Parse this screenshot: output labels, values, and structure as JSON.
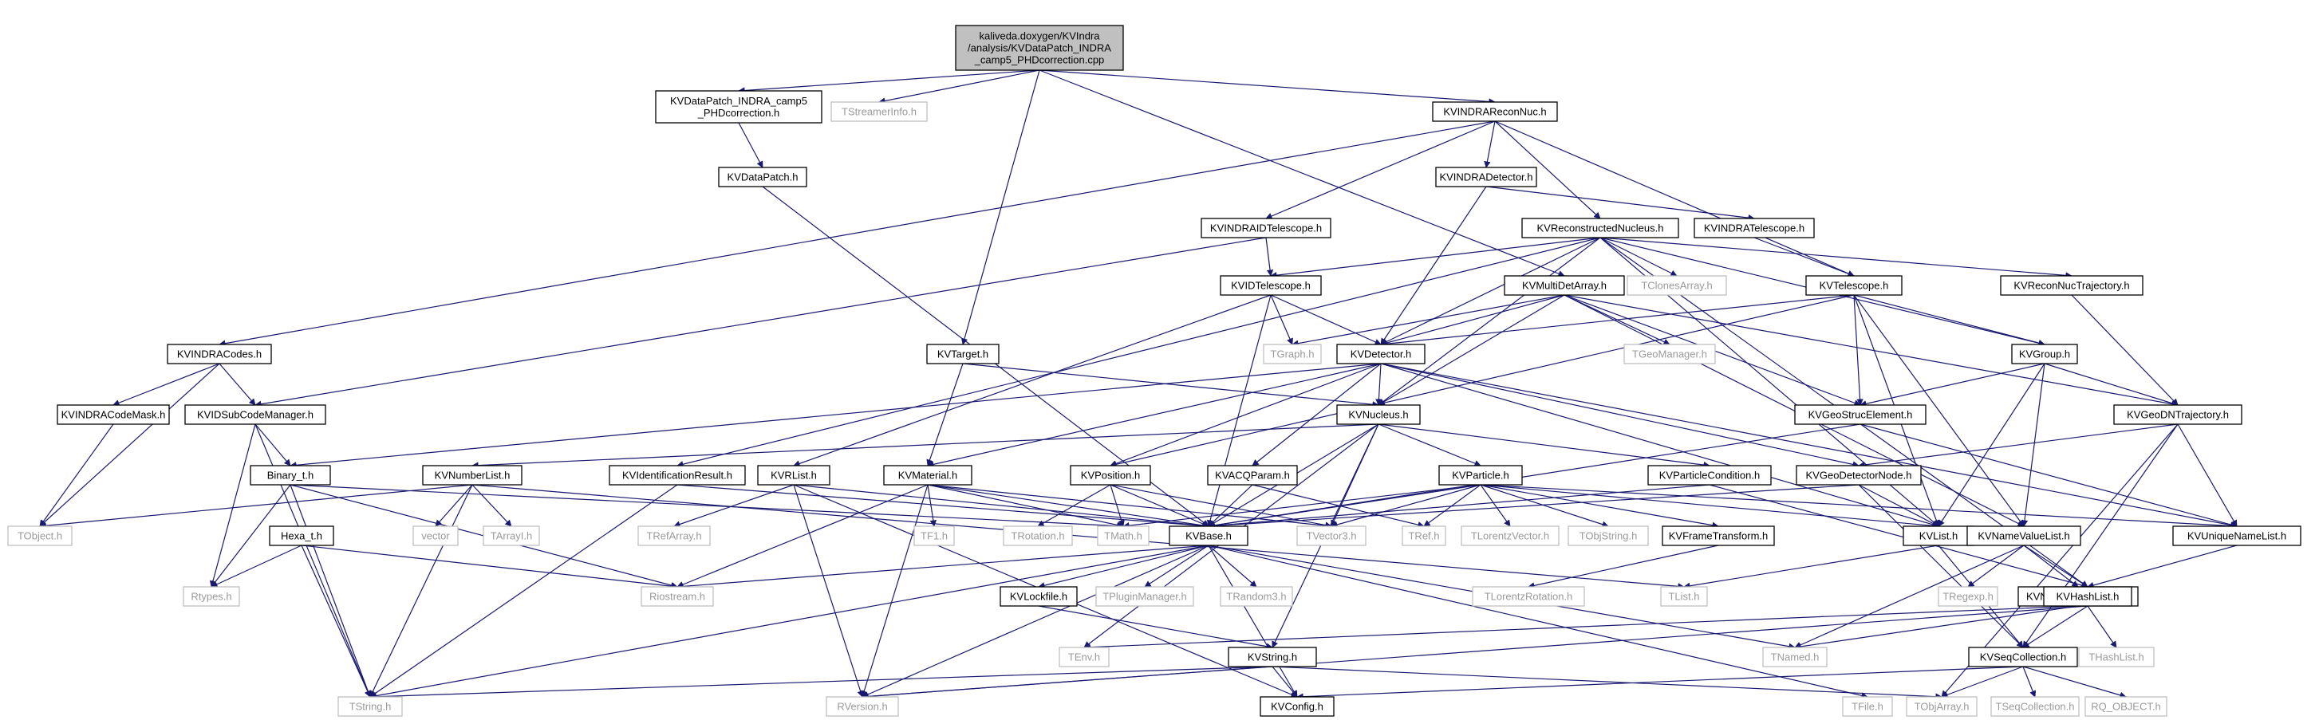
{
  "colors": {
    "edge": "#191970",
    "root_fill": "#c0c0c0",
    "node_border": "#000000",
    "external_border": "#bfbfbf",
    "external_text": "#9a9a9a"
  },
  "nodes": [
    {
      "id": "root",
      "label": [
        "kaliveda.doxygen/KVIndra",
        "/analysis/KVDataPatch_INDRA",
        "_camp5_PHDcorrection.cpp"
      ],
      "kind": "root"
    },
    {
      "id": "patchH",
      "label": [
        "KVDataPatch_INDRA_camp5",
        "_PHDcorrection.h"
      ],
      "kind": "normal"
    },
    {
      "id": "tstreamer",
      "label": [
        "TStreamerInfo.h"
      ],
      "kind": "external"
    },
    {
      "id": "reconnuc",
      "label": [
        "KVINDRAReconNuc.h"
      ],
      "kind": "normal"
    },
    {
      "id": "datapatch",
      "label": [
        "KVDataPatch.h"
      ],
      "kind": "normal"
    },
    {
      "id": "indradet",
      "label": [
        "KVINDRADetector.h"
      ],
      "kind": "normal"
    },
    {
      "id": "indraidtel",
      "label": [
        "KVINDRAIDTelescope.h"
      ],
      "kind": "normal"
    },
    {
      "id": "reconstr",
      "label": [
        "KVReconstructedNucleus.h"
      ],
      "kind": "normal"
    },
    {
      "id": "indratel",
      "label": [
        "KVINDRATelescope.h"
      ],
      "kind": "normal"
    },
    {
      "id": "idtel",
      "label": [
        "KVIDTelescope.h"
      ],
      "kind": "normal"
    },
    {
      "id": "tclones",
      "label": [
        "TClonesArray.h"
      ],
      "kind": "external"
    },
    {
      "id": "telescope",
      "label": [
        "KVTelescope.h"
      ],
      "kind": "normal"
    },
    {
      "id": "rntraj",
      "label": [
        "KVReconNucTrajectory.h"
      ],
      "kind": "normal"
    },
    {
      "id": "indracodes",
      "label": [
        "KVINDRACodes.h"
      ],
      "kind": "normal"
    },
    {
      "id": "target",
      "label": [
        "KVTarget.h"
      ],
      "kind": "normal"
    },
    {
      "id": "multidet",
      "label": [
        "KVMultiDetArray.h"
      ],
      "kind": "normal"
    },
    {
      "id": "tgraph",
      "label": [
        "TGraph.h"
      ],
      "kind": "external"
    },
    {
      "id": "detector",
      "label": [
        "KVDetector.h"
      ],
      "kind": "normal"
    },
    {
      "id": "tgeoman",
      "label": [
        "TGeoManager.h"
      ],
      "kind": "external"
    },
    {
      "id": "group",
      "label": [
        "KVGroup.h"
      ],
      "kind": "normal"
    },
    {
      "id": "codemask",
      "label": [
        "KVINDRACodeMask.h"
      ],
      "kind": "normal"
    },
    {
      "id": "subcode",
      "label": [
        "KVIDSubCodeManager.h"
      ],
      "kind": "normal"
    },
    {
      "id": "nucleus",
      "label": [
        "KVNucleus.h"
      ],
      "kind": "normal"
    },
    {
      "id": "geostruc",
      "label": [
        "KVGeoStrucElement.h"
      ],
      "kind": "normal"
    },
    {
      "id": "geodntraj",
      "label": [
        "KVGeoDNTrajectory.h"
      ],
      "kind": "normal"
    },
    {
      "id": "binary",
      "label": [
        "Binary_t.h"
      ],
      "kind": "normal"
    },
    {
      "id": "numlist",
      "label": [
        "KVNumberList.h"
      ],
      "kind": "normal"
    },
    {
      "id": "idres",
      "label": [
        "KVIdentificationResult.h"
      ],
      "kind": "normal"
    },
    {
      "id": "rlist",
      "label": [
        "KVRList.h"
      ],
      "kind": "normal"
    },
    {
      "id": "material",
      "label": [
        "KVMaterial.h"
      ],
      "kind": "normal"
    },
    {
      "id": "position",
      "label": [
        "KVPosition.h"
      ],
      "kind": "normal"
    },
    {
      "id": "acq",
      "label": [
        "KVACQParam.h"
      ],
      "kind": "normal"
    },
    {
      "id": "particle",
      "label": [
        "KVParticle.h"
      ],
      "kind": "normal"
    },
    {
      "id": "partcond",
      "label": [
        "KVParticleCondition.h"
      ],
      "kind": "normal"
    },
    {
      "id": "geonode",
      "label": [
        "KVGeoDetectorNode.h"
      ],
      "kind": "normal"
    },
    {
      "id": "tobject",
      "label": [
        "TObject.h"
      ],
      "kind": "external"
    },
    {
      "id": "hexa",
      "label": [
        "Hexa_t.h"
      ],
      "kind": "normal"
    },
    {
      "id": "vector",
      "label": [
        "vector"
      ],
      "kind": "external"
    },
    {
      "id": "tarrayi",
      "label": [
        "TArrayI.h"
      ],
      "kind": "external"
    },
    {
      "id": "trefarray",
      "label": [
        "TRefArray.h"
      ],
      "kind": "external"
    },
    {
      "id": "tf1",
      "label": [
        "TF1.h"
      ],
      "kind": "external"
    },
    {
      "id": "trotation",
      "label": [
        "TRotation.h"
      ],
      "kind": "external"
    },
    {
      "id": "tmath",
      "label": [
        "TMath.h"
      ],
      "kind": "external"
    },
    {
      "id": "base",
      "label": [
        "KVBase.h"
      ],
      "kind": "normal"
    },
    {
      "id": "tvector3",
      "label": [
        "TVector3.h"
      ],
      "kind": "external"
    },
    {
      "id": "tref",
      "label": [
        "TRef.h"
      ],
      "kind": "external"
    },
    {
      "id": "tlorentz",
      "label": [
        "TLorentzVector.h"
      ],
      "kind": "external"
    },
    {
      "id": "tobjstring",
      "label": [
        "TObjString.h"
      ],
      "kind": "external"
    },
    {
      "id": "frametr",
      "label": [
        "KVFrameTransform.h"
      ],
      "kind": "normal"
    },
    {
      "id": "kvlist",
      "label": [
        "KVList.h"
      ],
      "kind": "normal"
    },
    {
      "id": "nvlist",
      "label": [
        "KVNameValueList.h"
      ],
      "kind": "normal"
    },
    {
      "id": "uniqlist",
      "label": [
        "KVUniqueNameList.h"
      ],
      "kind": "normal"
    },
    {
      "id": "rtypes",
      "label": [
        "Rtypes.h"
      ],
      "kind": "external"
    },
    {
      "id": "riostream",
      "label": [
        "Riostream.h"
      ],
      "kind": "external"
    },
    {
      "id": "lockfile",
      "label": [
        "KVLockfile.h"
      ],
      "kind": "normal"
    },
    {
      "id": "tplugin",
      "label": [
        "TPluginManager.h"
      ],
      "kind": "external"
    },
    {
      "id": "trandom3",
      "label": [
        "TRandom3.h"
      ],
      "kind": "external"
    },
    {
      "id": "tlorrot",
      "label": [
        "TLorentzRotation.h"
      ],
      "kind": "external"
    },
    {
      "id": "tlist",
      "label": [
        "TList.h"
      ],
      "kind": "external"
    },
    {
      "id": "namedpar",
      "label": [
        "KVNamedParameter.h"
      ],
      "kind": "normal"
    },
    {
      "id": "tregexp",
      "label": [
        "TRegexp.h"
      ],
      "kind": "external"
    },
    {
      "id": "hashlist",
      "label": [
        "KVHashList.h"
      ],
      "kind": "normal"
    },
    {
      "id": "tenv",
      "label": [
        "TEnv.h"
      ],
      "kind": "external"
    },
    {
      "id": "tnamed",
      "label": [
        "TNamed.h"
      ],
      "kind": "external"
    },
    {
      "id": "thashlist",
      "label": [
        "THashList.h"
      ],
      "kind": "external"
    },
    {
      "id": "kvstring",
      "label": [
        "KVString.h"
      ],
      "kind": "normal"
    },
    {
      "id": "seqcoll",
      "label": [
        "KVSeqCollection.h"
      ],
      "kind": "normal"
    },
    {
      "id": "tstring",
      "label": [
        "TString.h"
      ],
      "kind": "external"
    },
    {
      "id": "rversion",
      "label": [
        "RVersion.h"
      ],
      "kind": "external"
    },
    {
      "id": "kvconfig",
      "label": [
        "KVConfig.h"
      ],
      "kind": "normal"
    },
    {
      "id": "tfile",
      "label": [
        "TFile.h"
      ],
      "kind": "external"
    },
    {
      "id": "tobjarray",
      "label": [
        "TObjArray.h"
      ],
      "kind": "external"
    },
    {
      "id": "tseqcoll",
      "label": [
        "TSeqCollection.h"
      ],
      "kind": "external"
    },
    {
      "id": "rqobject",
      "label": [
        "RQ_OBJECT.h"
      ],
      "kind": "external"
    }
  ],
  "edges": [
    [
      "root",
      "patchH"
    ],
    [
      "root",
      "tstreamer"
    ],
    [
      "root",
      "target"
    ],
    [
      "root",
      "multidet"
    ],
    [
      "root",
      "reconnuc"
    ],
    [
      "patchH",
      "datapatch"
    ],
    [
      "datapatch",
      "base"
    ],
    [
      "reconnuc",
      "indracodes"
    ],
    [
      "reconnuc",
      "indraidtel"
    ],
    [
      "reconnuc",
      "indradet"
    ],
    [
      "reconnuc",
      "reconstr"
    ],
    [
      "reconnuc",
      "telescope"
    ],
    [
      "indradet",
      "detector"
    ],
    [
      "indradet",
      "indratel"
    ],
    [
      "indratel",
      "telescope"
    ],
    [
      "indraidtel",
      "idtel"
    ],
    [
      "indraidtel",
      "subcode"
    ],
    [
      "reconstr",
      "idtel"
    ],
    [
      "reconstr",
      "detector"
    ],
    [
      "reconstr",
      "nucleus"
    ],
    [
      "reconstr",
      "tclones"
    ],
    [
      "reconstr",
      "rntraj"
    ],
    [
      "reconstr",
      "group"
    ],
    [
      "reconstr",
      "hashlist"
    ],
    [
      "reconstr",
      "kvlist"
    ],
    [
      "reconstr",
      "idres"
    ],
    [
      "idtel",
      "tgraph"
    ],
    [
      "idtel",
      "detector"
    ],
    [
      "idtel",
      "rlist"
    ],
    [
      "idtel",
      "base"
    ],
    [
      "telescope",
      "detector"
    ],
    [
      "telescope",
      "geostruc"
    ],
    [
      "telescope",
      "group"
    ],
    [
      "telescope",
      "kvlist"
    ],
    [
      "telescope",
      "nvlist"
    ],
    [
      "telescope",
      "position"
    ],
    [
      "rntraj",
      "geodntraj"
    ],
    [
      "indracodes",
      "codemask"
    ],
    [
      "indracodes",
      "subcode"
    ],
    [
      "indracodes",
      "tobject"
    ],
    [
      "codemask",
      "tobject"
    ],
    [
      "subcode",
      "binary"
    ],
    [
      "subcode",
      "rtypes"
    ],
    [
      "subcode",
      "tstring"
    ],
    [
      "target",
      "material"
    ],
    [
      "target",
      "nucleus"
    ],
    [
      "multidet",
      "tgraph"
    ],
    [
      "multidet",
      "detector"
    ],
    [
      "multidet",
      "tgeoman"
    ],
    [
      "multidet",
      "geodntraj"
    ],
    [
      "multidet",
      "geostruc"
    ],
    [
      "multidet",
      "nucleus"
    ],
    [
      "multidet",
      "nvlist"
    ],
    [
      "detector",
      "nucleus"
    ],
    [
      "detector",
      "material"
    ],
    [
      "detector",
      "position"
    ],
    [
      "detector",
      "acq"
    ],
    [
      "detector",
      "geonode"
    ],
    [
      "detector",
      "kvlist"
    ],
    [
      "detector",
      "uniqlist"
    ],
    [
      "detector",
      "binary"
    ],
    [
      "group",
      "geostruc"
    ],
    [
      "group",
      "geodntraj"
    ],
    [
      "group",
      "kvlist"
    ],
    [
      "group",
      "nvlist"
    ],
    [
      "nucleus",
      "particle"
    ],
    [
      "nucleus",
      "numlist"
    ],
    [
      "nucleus",
      "partcond"
    ],
    [
      "nucleus",
      "tvector3"
    ],
    [
      "nucleus",
      "tenv"
    ],
    [
      "nucleus",
      "kvstring"
    ],
    [
      "nucleus",
      "base"
    ],
    [
      "geostruc",
      "uniqlist"
    ],
    [
      "geostruc",
      "base"
    ],
    [
      "geodntraj",
      "geonode"
    ],
    [
      "geodntraj",
      "uniqlist"
    ],
    [
      "geodntraj",
      "seqcoll"
    ],
    [
      "geodntraj",
      "tobjarray"
    ],
    [
      "binary",
      "rtypes"
    ],
    [
      "binary",
      "riostream"
    ],
    [
      "binary",
      "tstring"
    ],
    [
      "binary",
      "tmath"
    ],
    [
      "numlist",
      "tobject"
    ],
    [
      "numlist",
      "vector"
    ],
    [
      "numlist",
      "tarrayi"
    ],
    [
      "numlist",
      "tstring"
    ],
    [
      "numlist",
      "tlist"
    ],
    [
      "idres",
      "base"
    ],
    [
      "idres",
      "tstring"
    ],
    [
      "rlist",
      "trefarray"
    ],
    [
      "rlist",
      "rversion"
    ],
    [
      "rlist",
      "kvconfig"
    ],
    [
      "rlist",
      "base"
    ],
    [
      "material",
      "base"
    ],
    [
      "material",
      "tf1"
    ],
    [
      "material",
      "riostream"
    ],
    [
      "material",
      "rversion"
    ],
    [
      "material",
      "tmath"
    ],
    [
      "material",
      "tvector3"
    ],
    [
      "position",
      "trotation"
    ],
    [
      "position",
      "tmath"
    ],
    [
      "position",
      "base"
    ],
    [
      "position",
      "tvector3"
    ],
    [
      "acq",
      "base"
    ],
    [
      "acq",
      "tref"
    ],
    [
      "particle",
      "base"
    ],
    [
      "particle",
      "tvector3"
    ],
    [
      "particle",
      "tref"
    ],
    [
      "particle",
      "tlorentz"
    ],
    [
      "particle",
      "tobjstring"
    ],
    [
      "particle",
      "frametr"
    ],
    [
      "particle",
      "kvlist"
    ],
    [
      "particle",
      "uniqlist"
    ],
    [
      "particle",
      "tmath"
    ],
    [
      "partcond",
      "base"
    ],
    [
      "partcond",
      "hashlist"
    ],
    [
      "geonode",
      "base"
    ],
    [
      "geonode",
      "seqcoll"
    ],
    [
      "geonode",
      "kvlist"
    ],
    [
      "hexa",
      "rtypes"
    ],
    [
      "hexa",
      "riostream"
    ],
    [
      "hexa",
      "tstring"
    ],
    [
      "base",
      "riostream"
    ],
    [
      "base",
      "lockfile"
    ],
    [
      "base",
      "tplugin"
    ],
    [
      "base",
      "trandom3"
    ],
    [
      "base",
      "tnamed"
    ],
    [
      "base",
      "rversion"
    ],
    [
      "base",
      "kvconfig"
    ],
    [
      "base",
      "tstring"
    ],
    [
      "base",
      "tfile"
    ],
    [
      "frametr",
      "tlorrot"
    ],
    [
      "kvlist",
      "tlist"
    ],
    [
      "kvlist",
      "seqcoll"
    ],
    [
      "nvlist",
      "namedpar"
    ],
    [
      "nvlist",
      "tregexp"
    ],
    [
      "nvlist",
      "hashlist"
    ],
    [
      "nvlist",
      "tnamed"
    ],
    [
      "uniqlist",
      "hashlist"
    ],
    [
      "lockfile",
      "kvstring"
    ],
    [
      "namedpar",
      "tenv"
    ],
    [
      "namedpar",
      "tnamed"
    ],
    [
      "hashlist",
      "thashlist"
    ],
    [
      "hashlist",
      "seqcoll"
    ],
    [
      "hashlist",
      "rversion"
    ],
    [
      "kvstring",
      "tstring"
    ],
    [
      "kvstring",
      "rversion"
    ],
    [
      "kvstring",
      "kvconfig"
    ],
    [
      "kvstring",
      "tobjarray"
    ],
    [
      "seqcoll",
      "tobjarray"
    ],
    [
      "seqcoll",
      "tseqcoll"
    ],
    [
      "seqcoll",
      "rqobject"
    ],
    [
      "seqcoll",
      "kvconfig"
    ]
  ]
}
